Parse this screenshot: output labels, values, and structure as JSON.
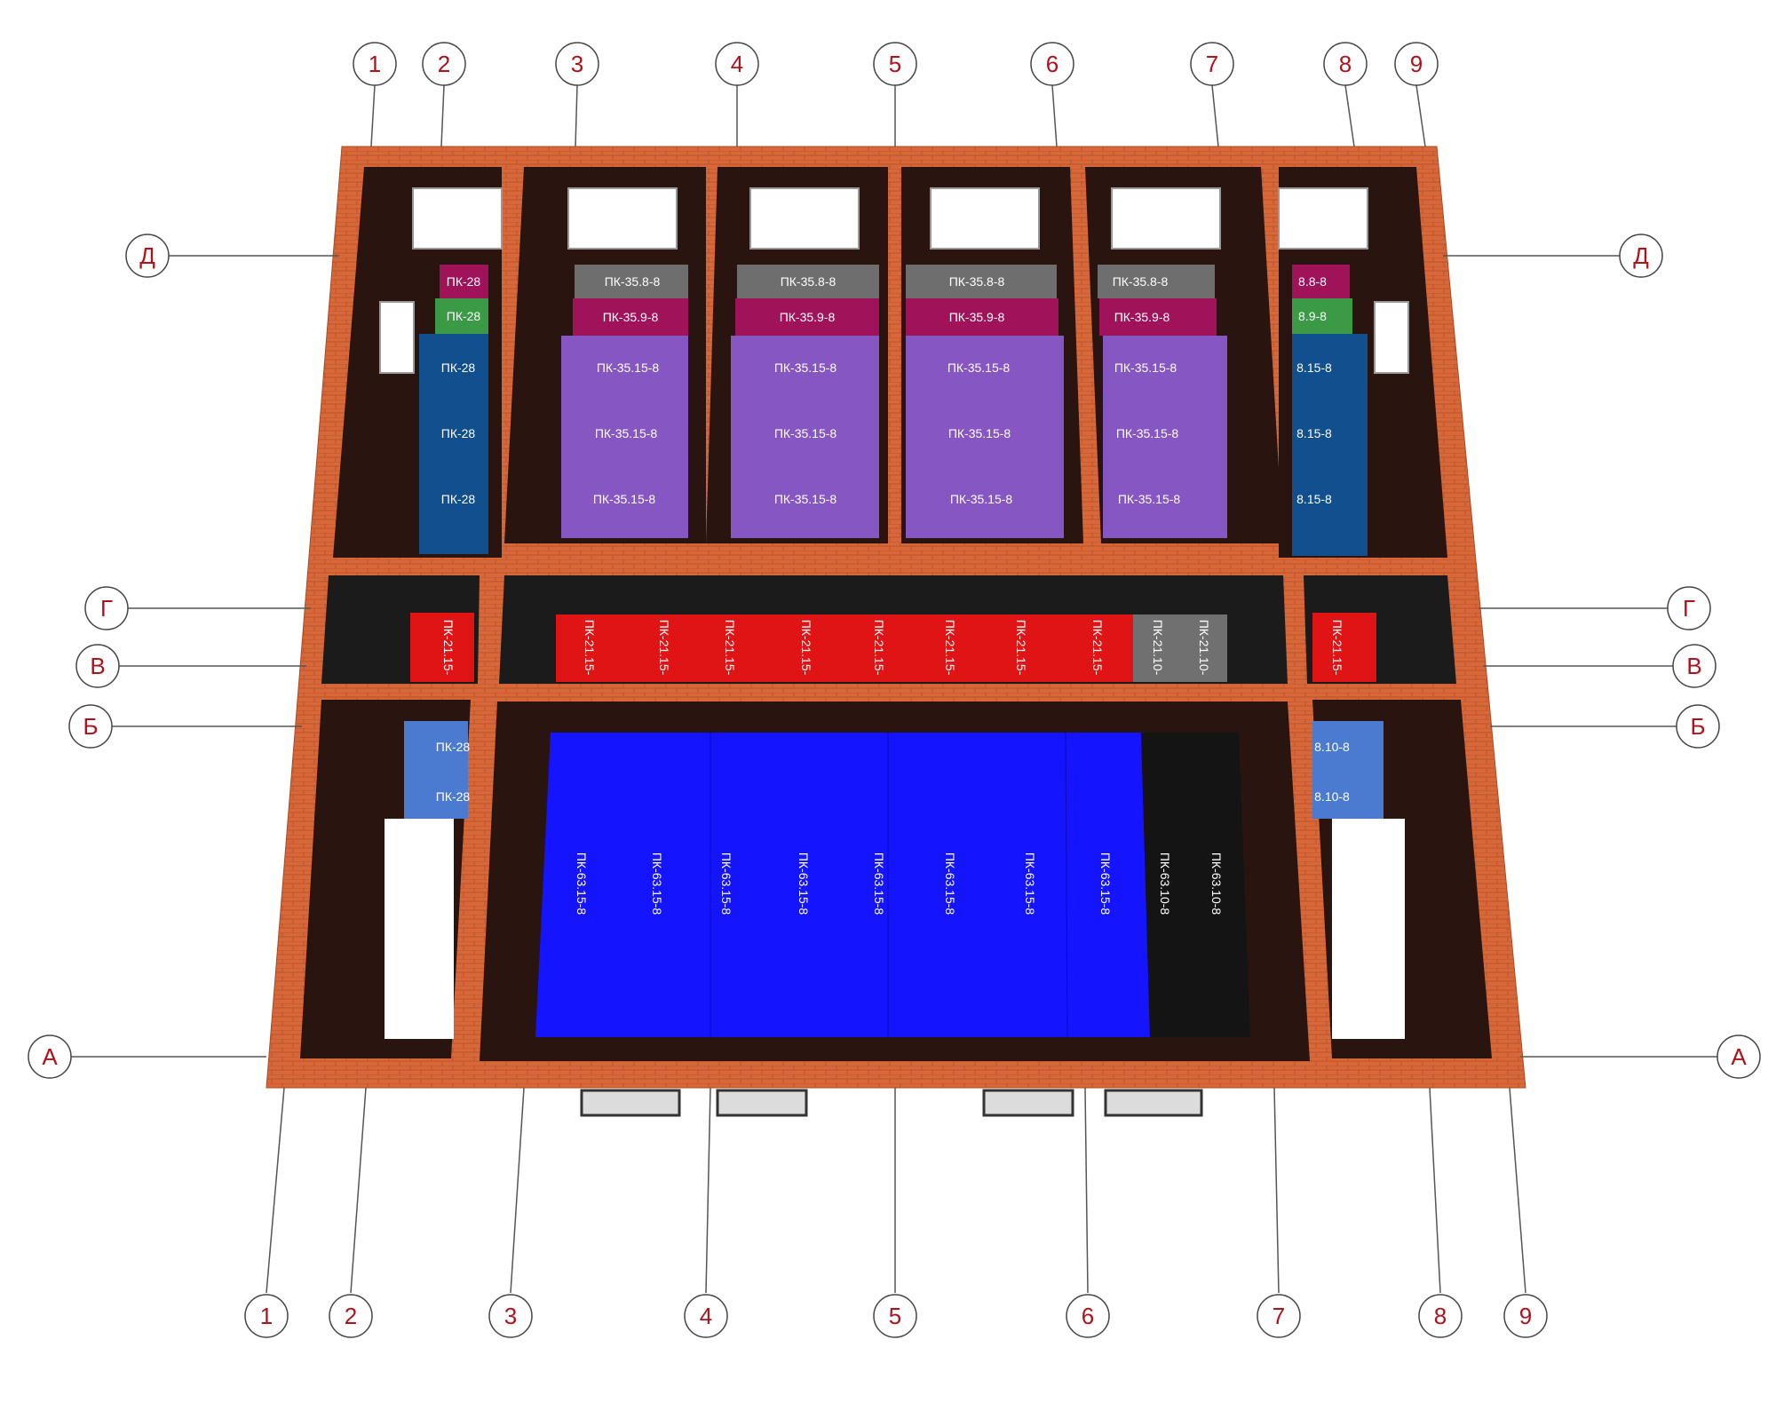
{
  "axes": {
    "numbers_top": [
      "1",
      "2",
      "3",
      "4",
      "5",
      "6",
      "7",
      "8",
      "9"
    ],
    "numbers_bottom": [
      "1",
      "2",
      "3",
      "4",
      "5",
      "6",
      "7",
      "8",
      "9"
    ],
    "letters_left": [
      "Д",
      "Г",
      "В",
      "Б",
      "А"
    ],
    "letters_right": [
      "Д",
      "Г",
      "В",
      "Б",
      "А"
    ]
  },
  "colors": {
    "brick": "#d8683a",
    "brick_dark": "#b9532b",
    "room_wall": "#2a1410",
    "slab_gray": "#6e6e6e",
    "slab_crimson": "#a0125a",
    "slab_green": "#3a9a46",
    "slab_darkblue": "#114f8e",
    "slab_purple": "#8657c2",
    "slab_red": "#e01414",
    "slab_blue": "#1414ff",
    "slab_lightblue": "#4b7bd0",
    "slab_black": "#141414",
    "axis_red": "#b0121b"
  },
  "slab_labels": {
    "ps": "ПК-35.8-8",
    "p9": "ПК-35.9-8",
    "p15": "ПК-35.15-8",
    "pl28": "ПК-28",
    "pl28_cut": "ПК-28",
    "pr88": "8.8-8",
    "pr89": "8.9-8",
    "pr815": "8.15-8",
    "pr810": "8.10-8",
    "c215": "ПК-21.15-",
    "c210": "ПК-21.10-",
    "b63_15": "ПК-63.15-8",
    "b63_10": "ПК-63.10-8"
  }
}
